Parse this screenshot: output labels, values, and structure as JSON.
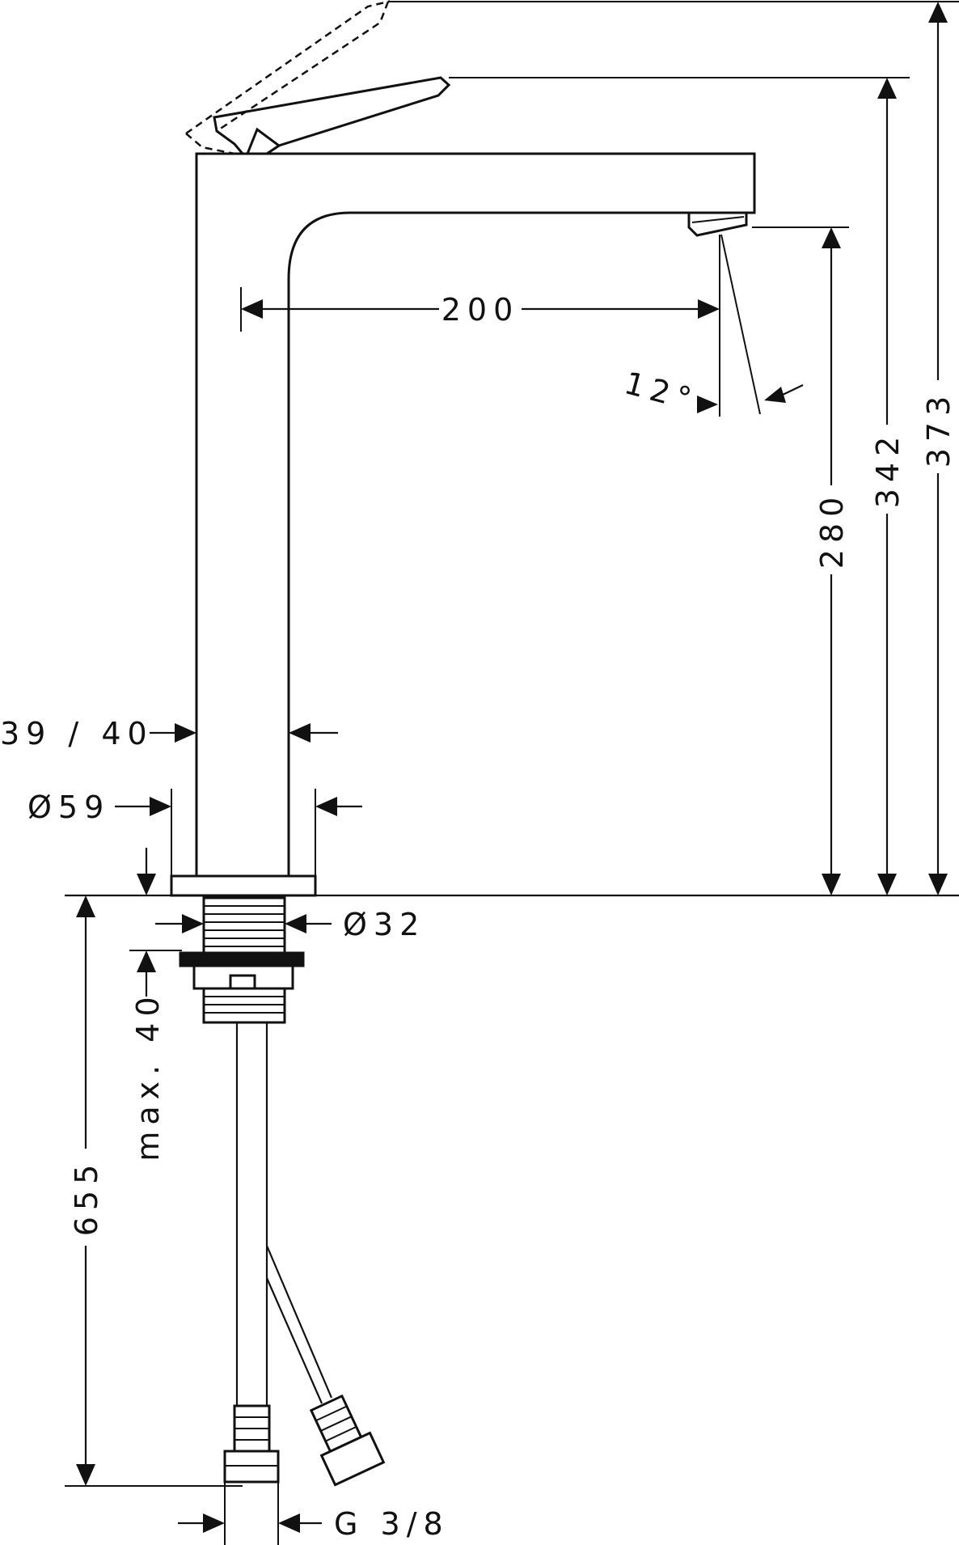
{
  "dimensions": {
    "height_total": "373",
    "height_handle": "342",
    "height_outlet": "280",
    "projection": "200",
    "spray_angle": "12°",
    "body_width": "39 / 40",
    "base_diameter": "Ø59",
    "shank_diameter": "Ø32",
    "max_deck_thickness": "max. 40",
    "hose_length": "655",
    "connection_thread": "G 3/8"
  },
  "colors": {
    "line": "#111111",
    "background": "#ffffff"
  }
}
